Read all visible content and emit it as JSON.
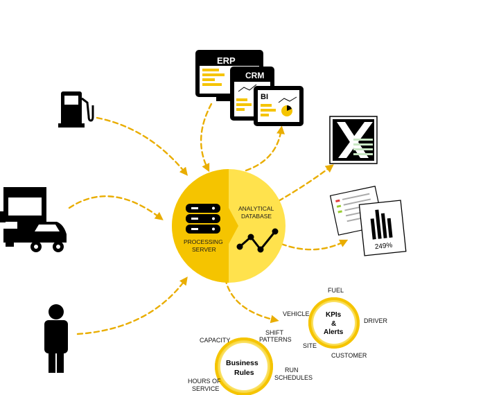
{
  "colors": {
    "accent": "#f5c400",
    "accent_light": "#ffe24d",
    "accent_dark": "#f0b400",
    "ink": "#000000",
    "arrow": "#e9ad00"
  },
  "hub": {
    "left_label_1": "PROCESSING",
    "left_label_2": "SERVER",
    "right_label_1": "ANALYTICAL",
    "right_label_2": "DATABASE"
  },
  "devices": {
    "erp": "ERP",
    "crm": "CRM",
    "bi": "BI"
  },
  "report": {
    "value": "249%"
  },
  "kpis": {
    "title_1": "KPIs",
    "title_2": "&",
    "title_3": "Alerts",
    "labels": {
      "fuel": "FUEL",
      "vehicle": "VEHICLE",
      "driver": "DRIVER",
      "site": "SITE",
      "customer": "CUSTOMER"
    }
  },
  "rules": {
    "title_1": "Business",
    "title_2": "Rules",
    "labels": {
      "capacity": "CAPACITY",
      "shift_1": "SHIFT",
      "shift_2": "PATTERNS",
      "run_1": "RUN",
      "run_2": "SCHEDULES",
      "hours_1": "HOURS OF",
      "hours_2": "SERVICE"
    }
  },
  "icons": [
    "fuel-pump-icon",
    "truck-icon",
    "car-icon",
    "person-icon",
    "server-icon",
    "network-chart-icon",
    "erp-monitor-icon",
    "crm-laptop-icon",
    "bi-tablet-icon",
    "excel-icon",
    "report-icon"
  ]
}
